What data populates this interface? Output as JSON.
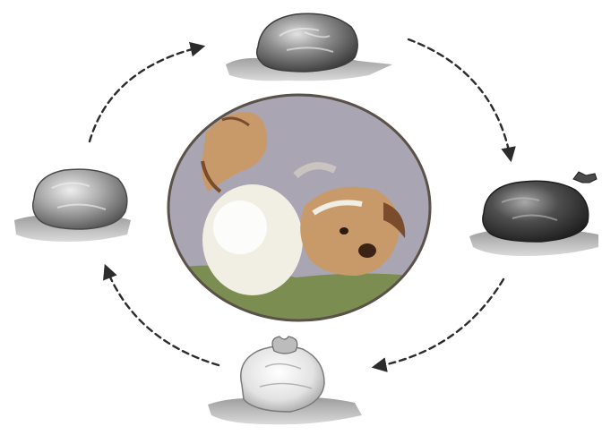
{
  "diagram": {
    "stages": [
      {
        "id": "top",
        "name": "",
        "tone": "dark"
      },
      {
        "id": "right",
        "name": "",
        "tone": "darkest"
      },
      {
        "id": "bottom",
        "name": "",
        "tone": "light"
      },
      {
        "id": "left",
        "name": "",
        "tone": "medium"
      }
    ],
    "arrows": [
      {
        "from": "top",
        "to": "right"
      },
      {
        "from": "right",
        "to": "bottom"
      },
      {
        "from": "bottom",
        "to": "left"
      },
      {
        "from": "left",
        "to": "top"
      }
    ],
    "center_image": {
      "subject": "dog-photo",
      "colors": {
        "background": "#a9a5b3",
        "fur_light": "#f1eee4",
        "fur_tan": "#c89a6a",
        "fur_brown": "#7a4c2c",
        "grass": "#7c8d52",
        "outline": "#5a5148"
      }
    },
    "colors": {
      "arrow": "#2c2c2c",
      "ground": "#6b6b6b"
    }
  }
}
